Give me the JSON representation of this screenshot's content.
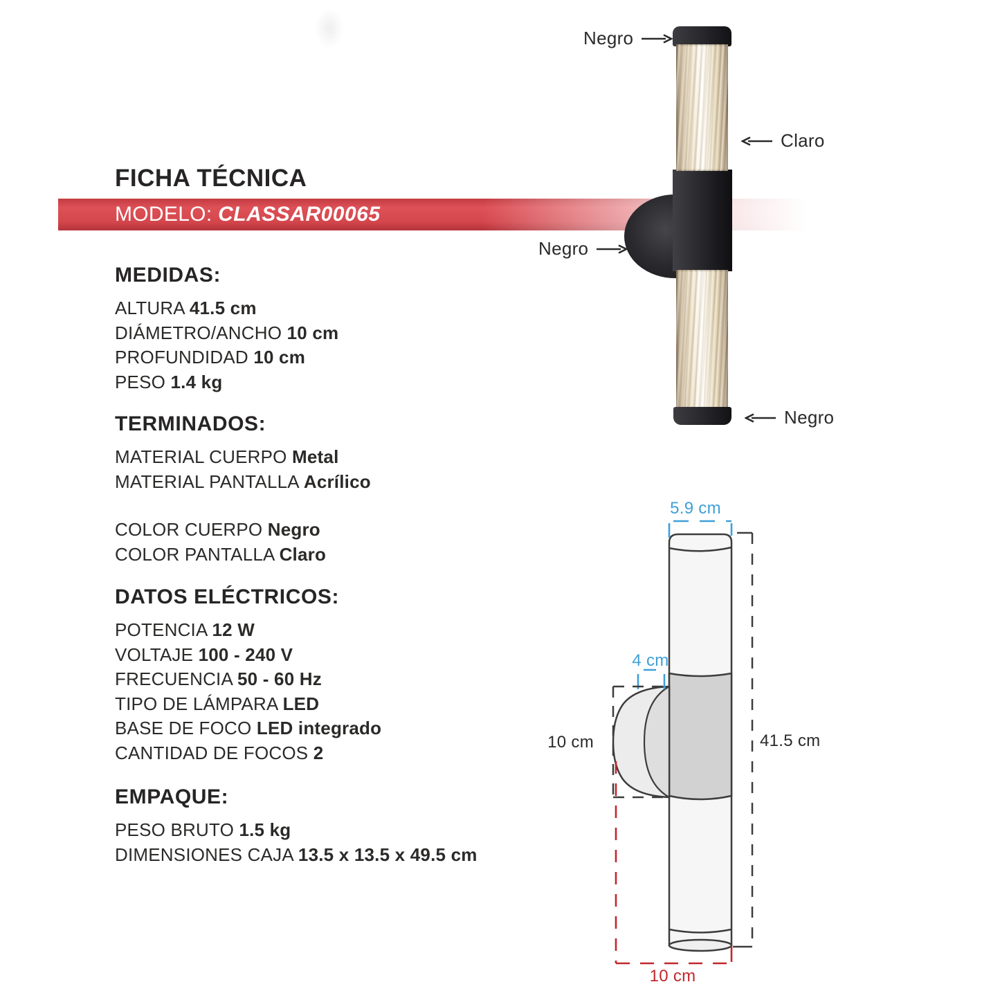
{
  "title": "FICHA TÉCNICA",
  "banner": {
    "model_label": "MODELO:",
    "model_value": "CLASSAR00065"
  },
  "sections": {
    "medidas": {
      "heading": "MEDIDAS:",
      "rows": [
        {
          "label": "ALTURA",
          "value": "41.5 cm"
        },
        {
          "label": "DIÁMETRO/ANCHO",
          "value": "10 cm"
        },
        {
          "label": "PROFUNDIDAD",
          "value": "10 cm"
        },
        {
          "label": "PESO",
          "value": "1.4 kg"
        }
      ]
    },
    "terminados": {
      "heading": "TERMINADOS:",
      "rows": [
        {
          "label": "MATERIAL CUERPO",
          "value": "Metal"
        },
        {
          "label": "MATERIAL PANTALLA",
          "value": "Acrílico"
        },
        {
          "label": "COLOR CUERPO",
          "value": "Negro"
        },
        {
          "label": "COLOR PANTALLA",
          "value": "Claro"
        }
      ]
    },
    "datos_electricos": {
      "heading": "DATOS ELÉCTRICOS:",
      "rows": [
        {
          "label": "POTENCIA",
          "value": "12 W"
        },
        {
          "label": "VOLTAJE",
          "value": "100 - 240 V"
        },
        {
          "label": "FRECUENCIA",
          "value": "50 - 60 Hz"
        },
        {
          "label": "TIPO DE LÁMPARA",
          "value": "LED"
        },
        {
          "label": "BASE DE FOCO",
          "value": "LED integrado"
        },
        {
          "label": "CANTIDAD DE FOCOS",
          "value": "2"
        }
      ]
    },
    "empaque": {
      "heading": "EMPAQUE:",
      "rows": [
        {
          "label": "PESO BRUTO",
          "value": "1.5 kg"
        },
        {
          "label": "DIMENSIONES CAJA",
          "value": "13.5 x 13.5 x 49.5 cm"
        }
      ]
    }
  },
  "photo_labels": {
    "top_cap": "Negro",
    "shade": "Claro",
    "body": "Negro",
    "bottom_cap": "Negro"
  },
  "diagram_dims": {
    "top_width": "5.9 cm",
    "mount_depth": "4 cm",
    "mount_height": "10 cm",
    "total_height": "41.5 cm",
    "bottom_width": "10 cm"
  },
  "colors": {
    "accent_red": "#d4474d",
    "dim_blue": "#3f9fd8",
    "dim_red": "#c1272d",
    "text": "#2b2a29"
  }
}
